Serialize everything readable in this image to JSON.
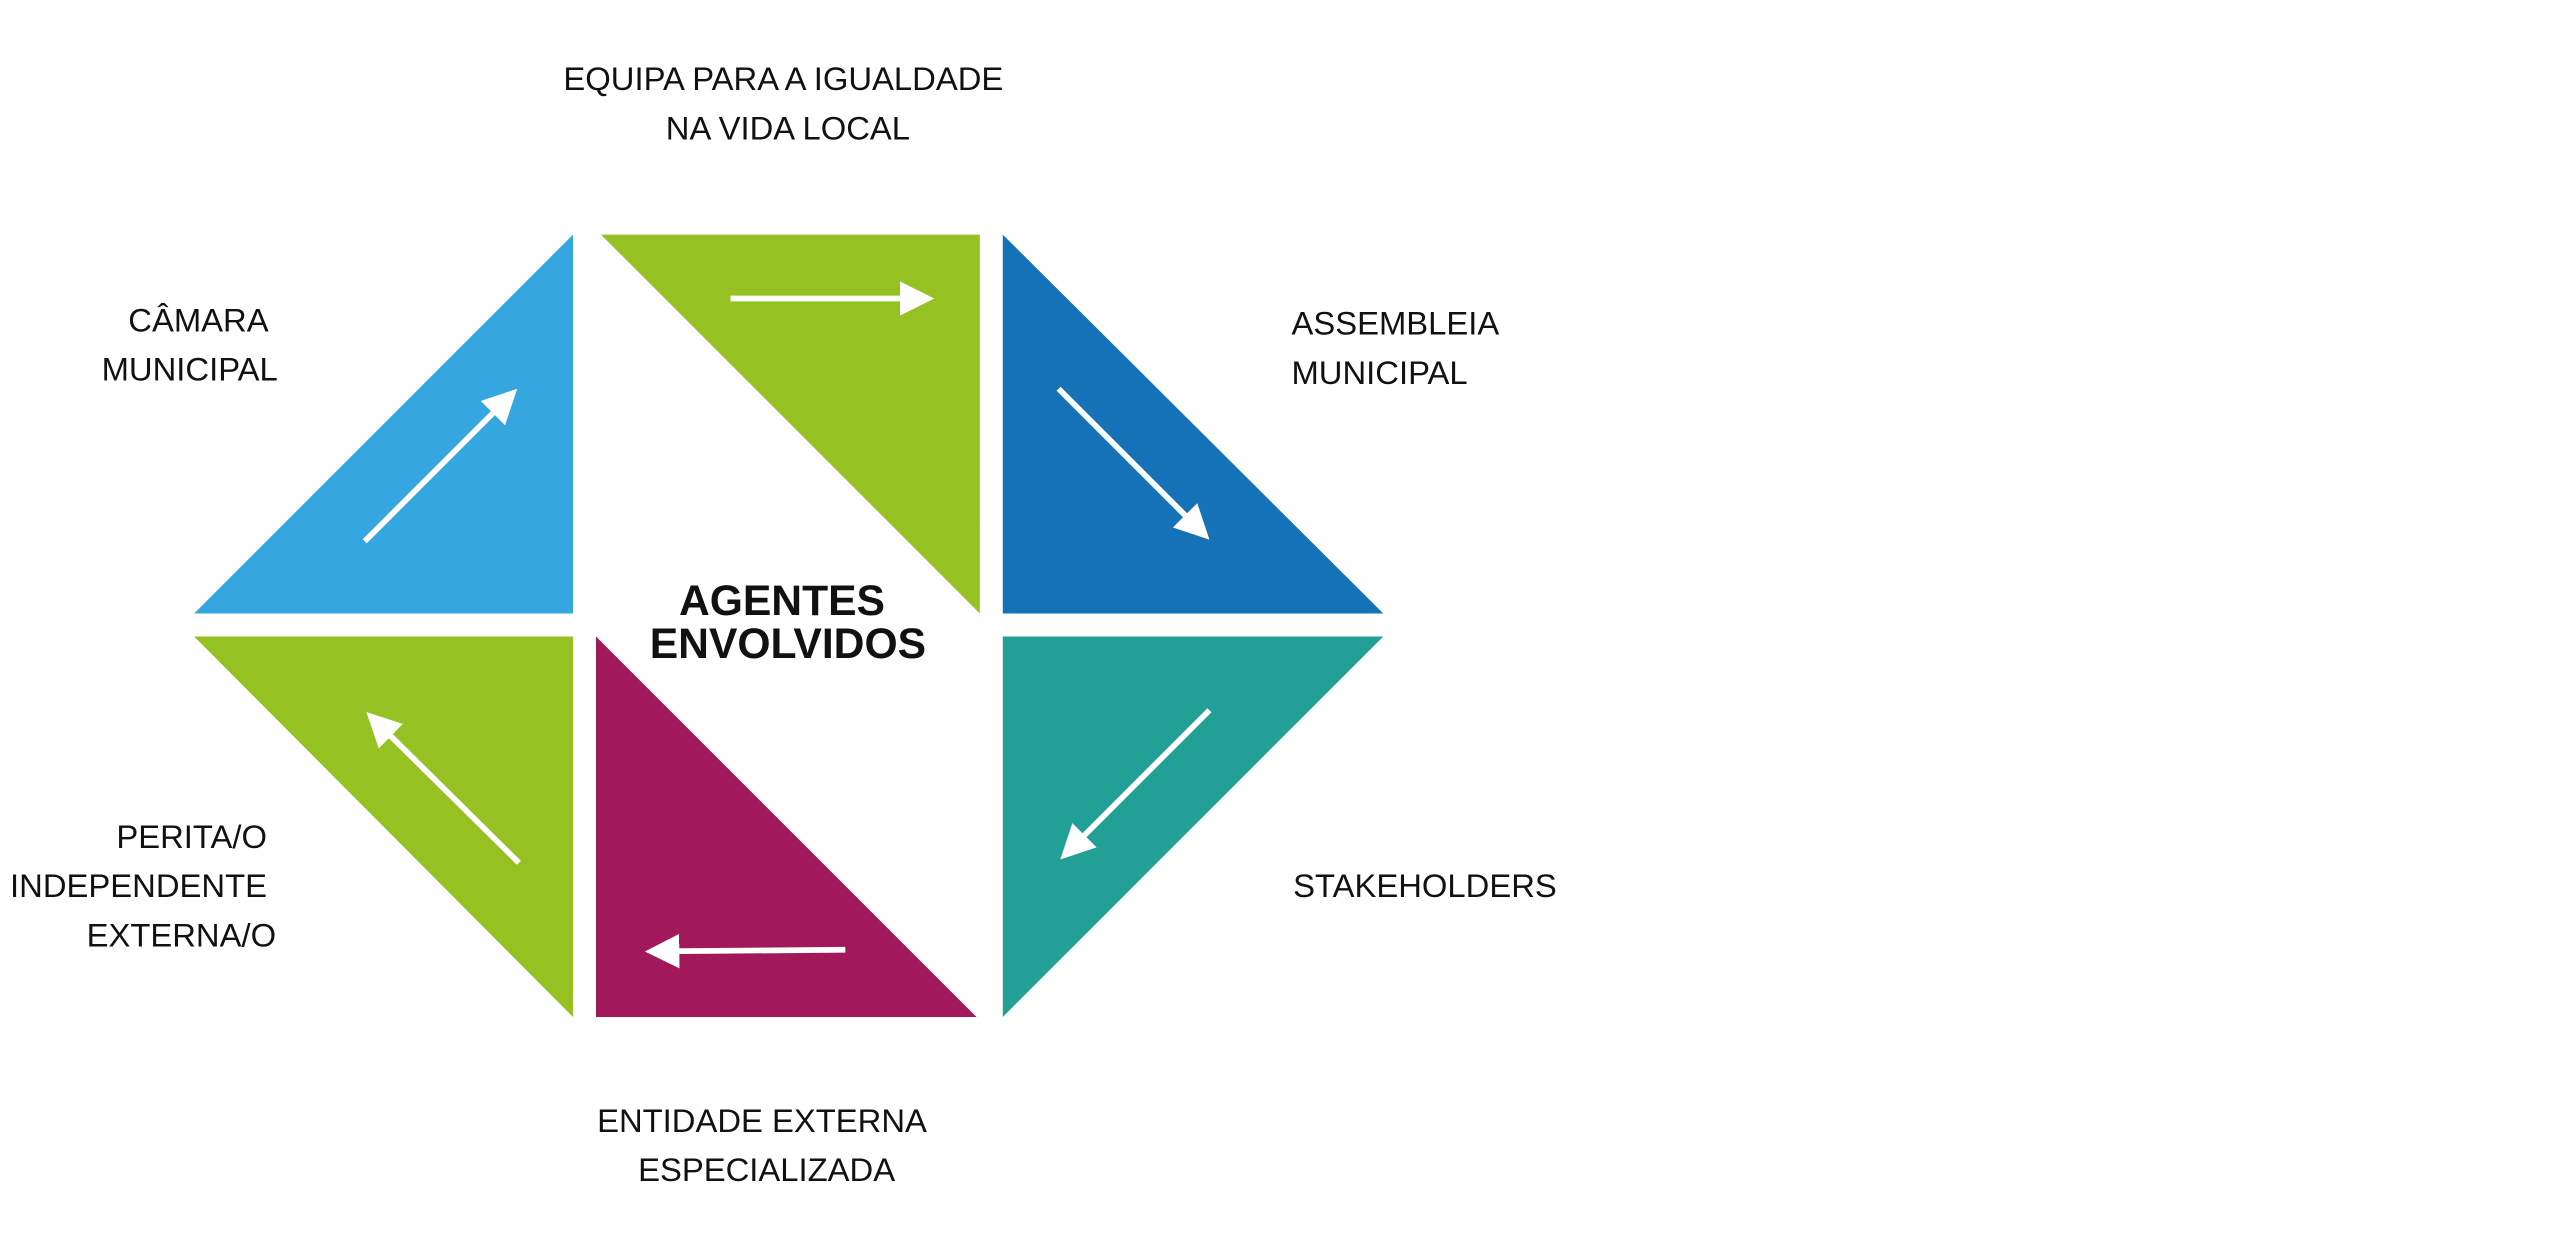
{
  "title": [
    "AGENTES",
    "ENVOLVIDOS"
  ],
  "agents": [
    {
      "id": "camara",
      "lines": [
        "CÂMARA",
        "MUNICIPAL"
      ],
      "color": "#35a6e0"
    },
    {
      "id": "equipa",
      "lines": [
        "EQUIPA PARA A IGUALDADE",
        "NA VIDA LOCAL"
      ],
      "color": "#95c122"
    },
    {
      "id": "assembleia",
      "lines": [
        "ASSEMBLEIA",
        "MUNICIPAL"
      ],
      "color": "#1572b6"
    },
    {
      "id": "stakeholders",
      "lines": [
        "STAKEHOLDERS"
      ],
      "color": "#22a096"
    },
    {
      "id": "entidade",
      "lines": [
        "ENTIDADE EXTERNA",
        "ESPECIALIZADA"
      ],
      "color": "#a2195b"
    },
    {
      "id": "perita",
      "lines": [
        "PERITA/O",
        "INDEPENDENTE",
        "EXTERNA/O"
      ],
      "color": "#95c122"
    }
  ]
}
